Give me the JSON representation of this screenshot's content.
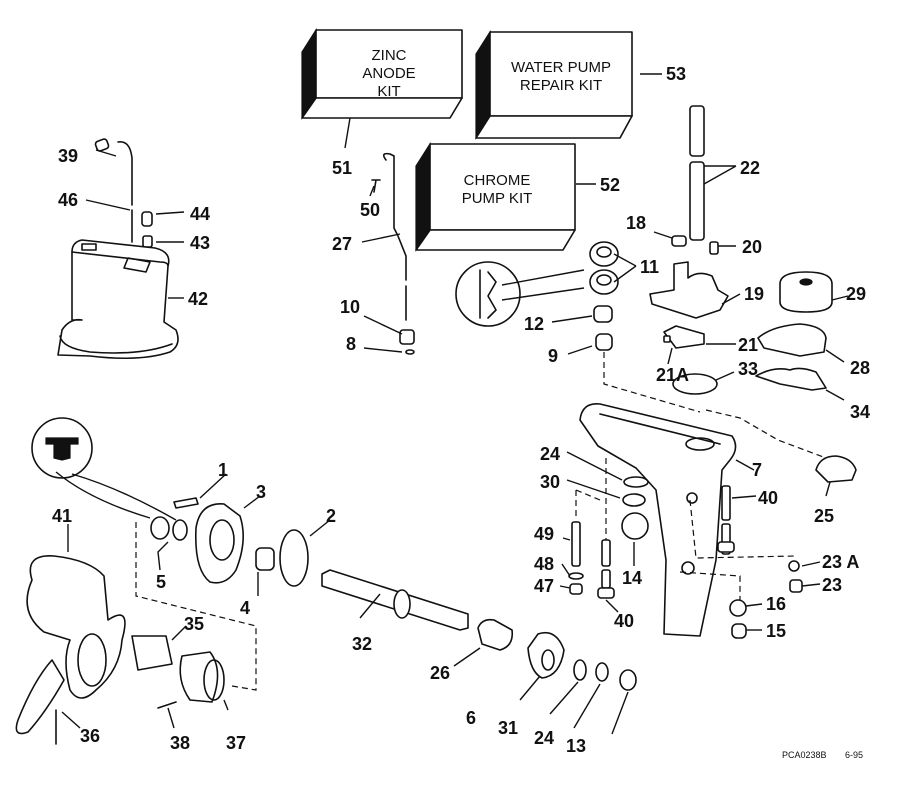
{
  "diagram": {
    "type": "exploded-parts-diagram",
    "subject": "Outboard gearcase / lower unit",
    "kits": [
      {
        "id": "51",
        "lines": [
          "ZINC",
          "ANODE",
          "KIT"
        ]
      },
      {
        "id": "53",
        "lines": [
          "WATER PUMP",
          "REPAIR KIT"
        ]
      },
      {
        "id": "52",
        "lines": [
          "CHROME",
          "PUMP KIT"
        ]
      }
    ],
    "callouts": {
      "c1": "1",
      "c2": "2",
      "c3": "3",
      "c4": "4",
      "c5": "5",
      "c6": "6",
      "c7": "7",
      "c8": "8",
      "c9": "9",
      "c10": "10",
      "c11": "11",
      "c12": "12",
      "c13": "13",
      "c14": "14",
      "c15": "15",
      "c16": "16",
      "c18": "18",
      "c19": "19",
      "c20": "20",
      "c21": "21",
      "c21a": "21A",
      "c22": "22",
      "c23": "23",
      "c23a": "23 A",
      "c24a": "24",
      "c24b": "24",
      "c25": "25",
      "c26": "26",
      "c27": "27",
      "c28": "28",
      "c29": "29",
      "c30": "30",
      "c31": "31",
      "c32": "32",
      "c33": "33",
      "c34": "34",
      "c35": "35",
      "c36": "36",
      "c37": "37",
      "c38": "38",
      "c39": "39",
      "c40a": "40",
      "c40b": "40",
      "c41": "41",
      "c42": "42",
      "c43": "43",
      "c44": "44",
      "c46": "46",
      "c47": "47",
      "c48": "48",
      "c49": "49",
      "c50": "50",
      "c51": "51",
      "c52": "52",
      "c53": "53"
    },
    "footer": {
      "code": "PCA0238B",
      "date": "6-95"
    }
  }
}
